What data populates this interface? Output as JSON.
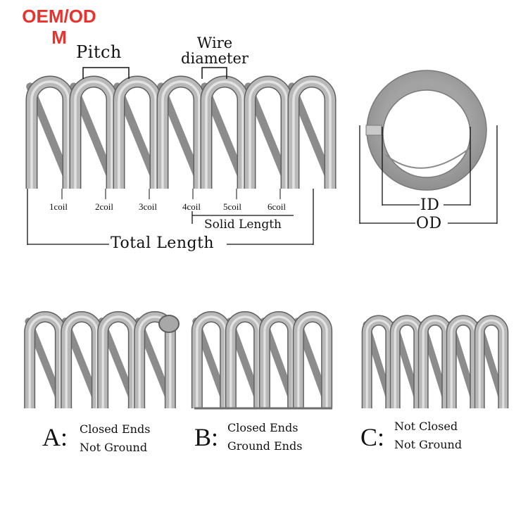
{
  "brand": {
    "line1": "OEM/OD",
    "line2": "M",
    "color": "#e8322d"
  },
  "labels": {
    "pitch": "Pitch",
    "wire_diameter_line1": "Wire",
    "wire_diameter_line2": "diameter",
    "solid_length": "Solid Length",
    "total_length": "Total Length",
    "id": "ID",
    "od": "OD"
  },
  "coils": [
    "1coil",
    "2coil",
    "3coil",
    "4coil",
    "5coil",
    "6coil"
  ],
  "variants": [
    {
      "letter": "A:",
      "line1": "Closed Ends",
      "line2": "Not Ground"
    },
    {
      "letter": "B:",
      "line1": "Closed Ends",
      "line2": "Ground Ends"
    },
    {
      "letter": "C:",
      "line1": "Not Closed",
      "line2": "Not Ground"
    }
  ],
  "colors": {
    "spring_fill": "#b5b5b5",
    "spring_dark": "#6e6e6e",
    "ring": "#9a9a9a",
    "line": "#111111"
  }
}
